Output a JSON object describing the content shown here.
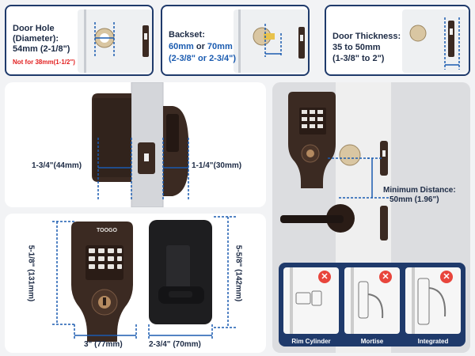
{
  "panels": {
    "door_hole": {
      "title": "Door Hole",
      "subtitle": "(Diameter):",
      "value": "54mm (2-1/8\")",
      "note": "Not for 38mm(1-1/2\")"
    },
    "backset": {
      "title": "Backset:",
      "value_a": "60mm",
      "value_or": "or",
      "value_b": "70mm",
      "value_imperial": "(2-3/8\" or 2-3/4\")"
    },
    "door_thickness": {
      "title": "Door Thickness:",
      "value": "35 to 50mm",
      "value_imperial": "(1-3/8\" to 2\")"
    },
    "side_view": {
      "left_dim": "1-3/4\"(44mm)",
      "right_dim": "1-1/4\"(30mm)"
    },
    "front_view": {
      "brand": "TOOGO",
      "height_left": "5-1/8\" (131mm)",
      "height_right": "5-5/8\" (142mm)",
      "width_left": "3\" (77mm)",
      "width_right": "2-3/4\" (70mm)"
    },
    "min_distance": {
      "title": "Minimum Distance:",
      "value": "50mm (1.96\")"
    },
    "incompatible": {
      "items": [
        {
          "label": "Rim Cylinder"
        },
        {
          "label": "Mortise"
        },
        {
          "label": "Integrated"
        }
      ]
    }
  },
  "colors": {
    "navy": "#1f3a6b",
    "bronze": "#3b2a22",
    "blue_text": "#1a5bb0",
    "warning_red": "#e21f1f"
  }
}
